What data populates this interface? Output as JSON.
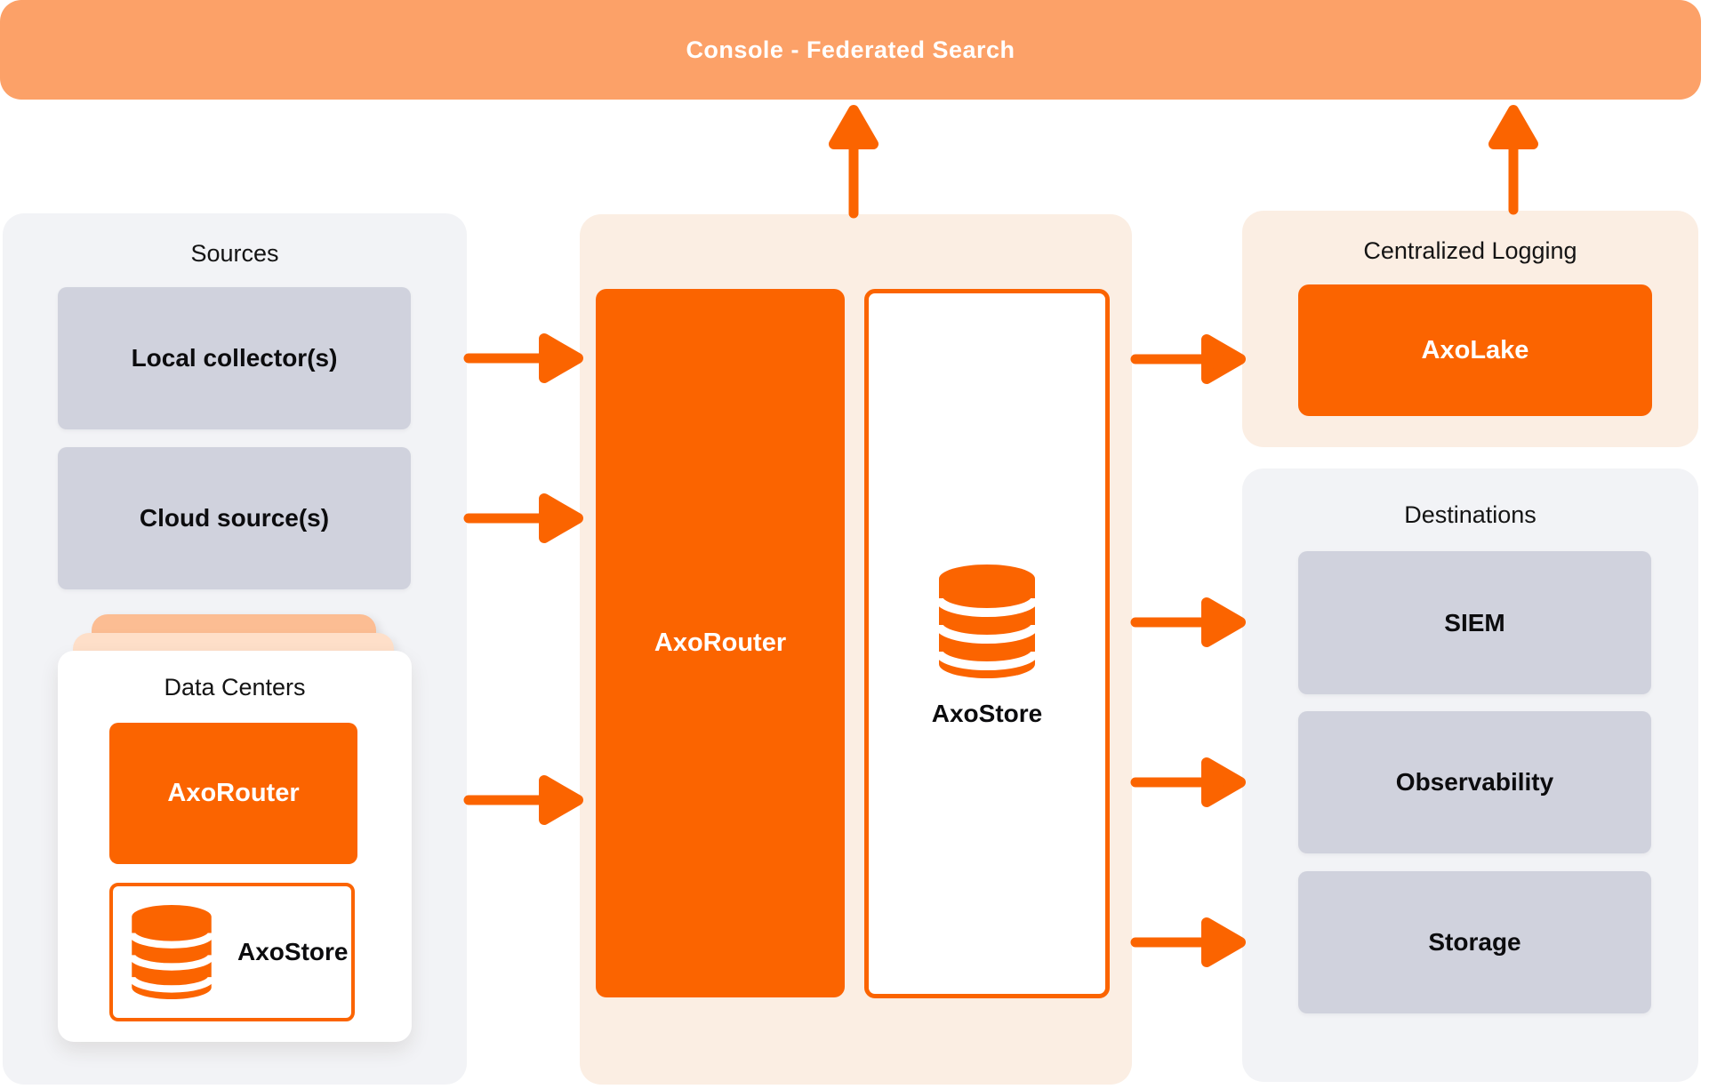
{
  "banner": {
    "label": "Console - Federated Search"
  },
  "sources": {
    "title": "Sources",
    "items": [
      "Local collector(s)",
      "Cloud source(s)"
    ],
    "data_centers": {
      "title": "Data Centers",
      "router_label": "AxoRouter",
      "store_label": "AxoStore"
    }
  },
  "pipeline": {
    "router_label": "AxoRouter",
    "store_label": "AxoStore"
  },
  "logging": {
    "title": "Centralized Logging",
    "lake_label": "AxoLake"
  },
  "destinations": {
    "title": "Destinations",
    "items": [
      "SIEM",
      "Observability",
      "Storage"
    ]
  },
  "icons": {
    "database": "database-cylinder-icon"
  },
  "colors": {
    "orange": "#FB6400",
    "banner_orange": "#FCA168",
    "cream": "#FBEEE3",
    "panel_gray": "#F2F3F6",
    "box_gray": "#D0D2DD",
    "stack_peach_dark": "#FCBD93",
    "stack_peach_light": "#FEDFC9",
    "text_dark": "#141414",
    "white": "#FFFFFF"
  }
}
